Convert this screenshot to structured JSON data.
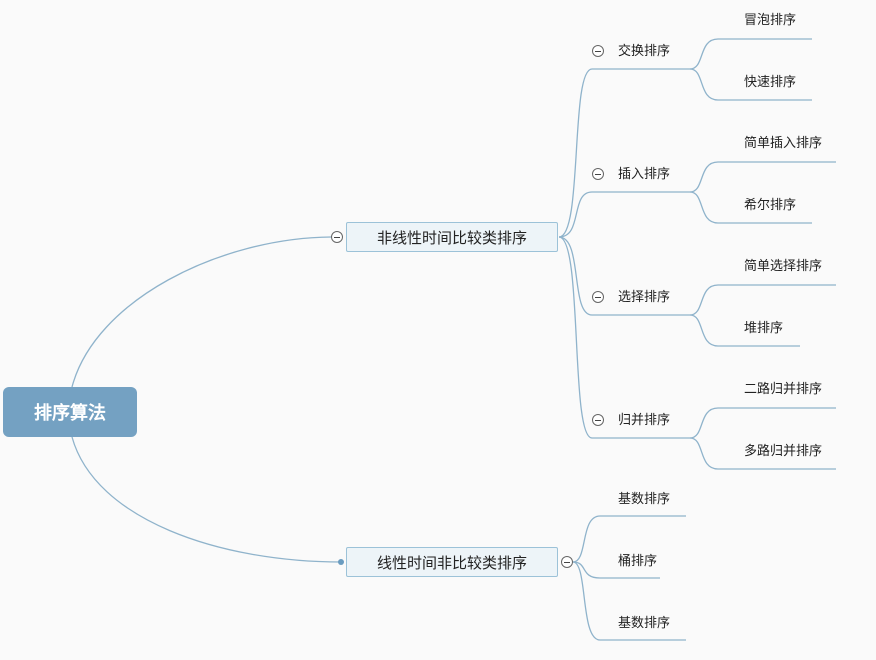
{
  "root": {
    "label": "排序算法"
  },
  "branches": [
    {
      "label": "非线性时间比较类排序",
      "groups": [
        {
          "label": "交换排序",
          "children": [
            "冒泡排序",
            "快速排序"
          ]
        },
        {
          "label": "插入排序",
          "children": [
            "简单插入排序",
            "希尔排序"
          ]
        },
        {
          "label": "选择排序",
          "children": [
            "简单选择排序",
            "堆排序"
          ]
        },
        {
          "label": "归并排序",
          "children": [
            "二路归并排序",
            "多路归并排序"
          ]
        }
      ]
    },
    {
      "label": "线性时间非比较类排序",
      "leaves": [
        "基数排序",
        "桶排序",
        "基数排序"
      ]
    }
  ],
  "colors": {
    "line": "#8fb3cb",
    "root": "#74a1c2",
    "node_fill": "#edf4f8",
    "node_border": "#9cc2d8"
  }
}
